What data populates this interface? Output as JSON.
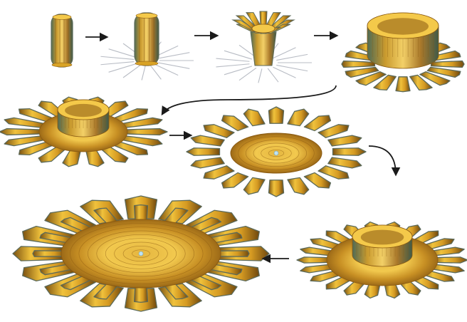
{
  "figure": {
    "kind": "deployment-sequence",
    "stage_count": 8,
    "step_order": [
      "stage-1",
      "stage-2",
      "stage-3",
      "stage-4",
      "stage-5",
      "stage-6",
      "stage-7",
      "stage-8"
    ],
    "colors": {
      "background": "#ffffff",
      "gold_light": "#f4c94a",
      "gold_mid": "#d9a326",
      "gold_dark": "#8a5a12",
      "petal_edge": "#5c6a5a",
      "petal_sheen": "#b9cfc0",
      "hinge_line": "#b8bcc4",
      "arrow": "#1a1a1a",
      "center_dot": "#bfe3f2"
    }
  }
}
